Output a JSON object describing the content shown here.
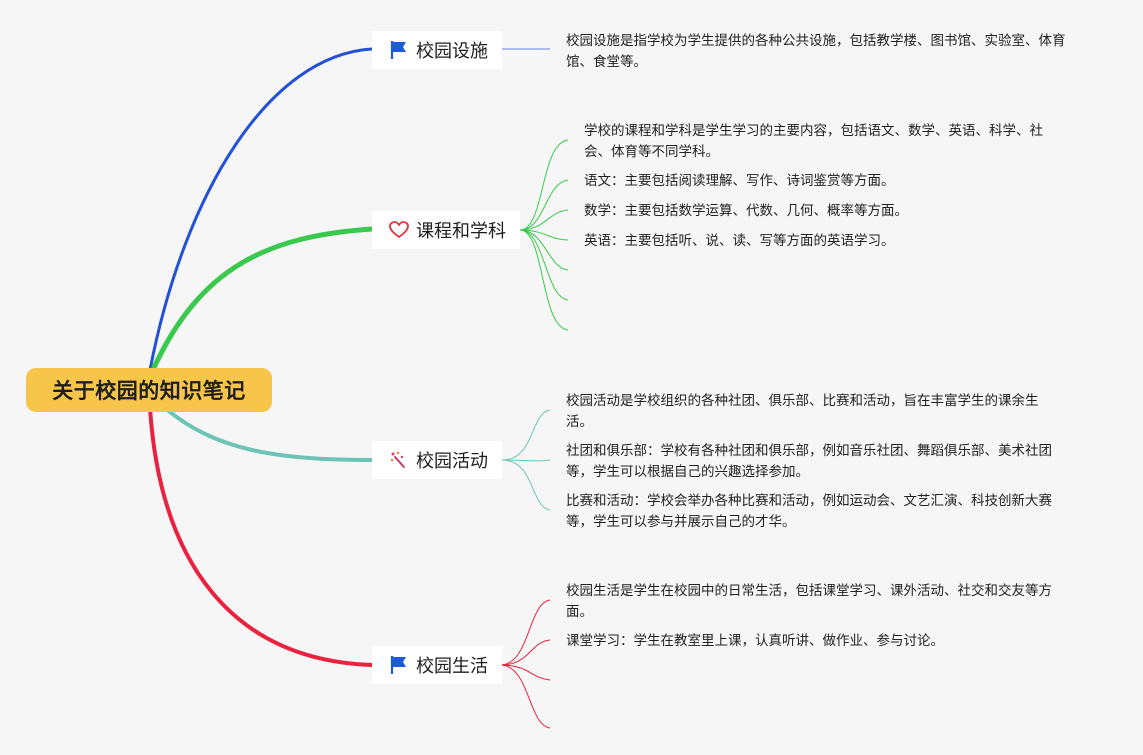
{
  "root": {
    "label": "关于校园的知识笔记",
    "color": "#f7c54a"
  },
  "branches": [
    {
      "id": "facilities",
      "label": "校园设施",
      "icon": "flag-icon",
      "color": "#2251d6",
      "notes": [
        "校园设施是指学校为学生提供的各种公共设施，包括教学楼、图书馆、实验室、体育馆、食堂等。"
      ]
    },
    {
      "id": "courses",
      "label": "课程和学科",
      "icon": "heart-icon",
      "color": "#39c94d",
      "notes": [
        "学校的课程和学科是学生学习的主要内容，包括语文、数学、英语、科学、社会、体育等不同学科。",
        "语文：主要包括阅读理解、写作、诗词鉴赏等方面。",
        "数学：主要包括数学运算、代数、几何、概率等方面。",
        "英语：主要包括听、说、读、写等方面的英语学习。"
      ]
    },
    {
      "id": "activities",
      "label": "校园活动",
      "icon": "sparkle-icon",
      "color": "#6cc4b5",
      "notes": [
        "校园活动是学校组织的各种社团、俱乐部、比赛和活动，旨在丰富学生的课余生活。",
        "社团和俱乐部：学校有各种社团和俱乐部，例如音乐社团、舞蹈俱乐部、美术社团等，学生可以根据自己的兴趣选择参加。",
        "比赛和活动：学校会举办各种比赛和活动，例如运动会、文艺汇演、科技创新大赛等，学生可以参与并展示自己的才华。"
      ]
    },
    {
      "id": "life",
      "label": "校园生活",
      "icon": "flag-icon",
      "color": "#e8223f",
      "notes": [
        "校园生活是学生在校园中的日常生活，包括课堂学习、课外活动、社交和交友等方面。",
        "课堂学习：学生在教室里上课，认真听讲、做作业、参与讨论。"
      ]
    }
  ]
}
